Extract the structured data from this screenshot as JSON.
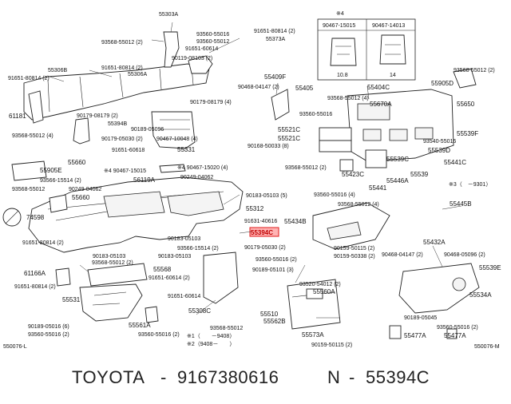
{
  "footer": {
    "brand": "TOYOTA",
    "sep1": "-",
    "part_number": "9167380616",
    "prefix": "N",
    "sep2": "-",
    "ref_code": "55394C"
  },
  "highlight": {
    "ref": "55394C",
    "color": "#e01b1b"
  },
  "corner_codes": {
    "left": "550076-L",
    "right": "550076-M"
  },
  "inset_note": {
    "mark": "※4",
    "part_a": "90467-15015",
    "part_b": "90467-14013",
    "dim_a": "10.8",
    "dim_b": "14"
  },
  "inset_note3": "※3（　－9301）",
  "version_notes": [
    "※1（　　－9408）",
    "※2（9408－　　）"
  ],
  "labels": {
    "l001": "55303A",
    "l002": "93568-55012 (2)",
    "l003": "93560-55016",
    "l004": "93560-55012",
    "l005": "91651-80814 (2)",
    "l006": "55373A",
    "l007": "91651-60614",
    "l008": "90119-08103 (2)",
    "l009": "55306B",
    "l010": "91651-80814 (2)",
    "l011": "91651-80814 (2)",
    "l012": "55306A",
    "l013": "90179-08179 (4)",
    "l014": "61181",
    "l015": "90179-08179 (2)",
    "l016": "55394B",
    "l017": "90189-05096",
    "l018": "93568-55012 (4)",
    "l019": "90179-05030 (2)",
    "l020": "90467-10048 (4)",
    "l021": "91651-60618",
    "l022": "55331",
    "l023": "55660",
    "l024": "55905E",
    "l025": "※4 90467-15015",
    "l026": "※4 90467-15020 (4)",
    "l027": "93566-15514 (2)",
    "l028": "56119A",
    "l029": "90249-04062",
    "l030": "93568-55012",
    "l031": "90249-04062",
    "l032": "55660",
    "l033": "90183-05103 (5)",
    "l034": "55312",
    "l035": "74598",
    "l036": "91631-40616",
    "l037": "55394C",
    "l038": "91651-80814 (2)",
    "l039": "90183-05103",
    "l040": "93566-15514 (2)",
    "l041": "90179-05030 (2)",
    "l042": "90183-05103",
    "l043": "90183-05103",
    "l044": "93560-55016 (2)",
    "l045": "93568-55012 (2)",
    "l046": "55568",
    "l047": "61166A",
    "l048": "90189-05101 (3)",
    "l049": "91651-80814 (2)",
    "l050": "91651-60614 (2)",
    "l051": "91651-60614",
    "l052": "55531",
    "l053": "55308C",
    "l054": "90189-05016 (6)",
    "l055": "93560-55016 (2)",
    "l056": "55561A",
    "l057": "93560-55016 (2)",
    "l058": "93568-55012",
    "l059": "55409F",
    "l060": "90468-04147 (2)",
    "l061": "55405",
    "l062": "93560-55016",
    "l063": "93568-55012 (4)",
    "l064": "55670A",
    "l065": "55404C",
    "l066": "55521C",
    "l067": "55521C",
    "l068": "90168-50033 (8)",
    "l069": "93568-55012 (2)",
    "l070": "55423C",
    "l071": "55441",
    "l072": "55446A",
    "l073": "55539C",
    "l074": "55539",
    "l075": "55441C",
    "l076": "93540-55016",
    "l077": "55539D",
    "l078": "55539F",
    "l079": "93568-55012 (2)",
    "l080": "55905D",
    "l081": "55650",
    "l082": "93560-55016 (4)",
    "l083": "93568-55012 (4)",
    "l084": "55434B",
    "l085": "90159-50115 (2)",
    "l086": "90159-50338 (2)",
    "l087": "55445B",
    "l088": "55432A",
    "l089": "90468-04147 (2)",
    "l090": "90468-05096 (2)",
    "l091": "55539E",
    "l092": "55534A",
    "l093": "93520-54012 (2)",
    "l094": "55560A",
    "l095": "55510",
    "l096": "55562B",
    "l097": "55573A",
    "l098": "90159-50115 (2)",
    "l099": "90189-05045",
    "l100": "93560-55016 (2)",
    "l101": "55477A",
    "l102": "55477A"
  }
}
